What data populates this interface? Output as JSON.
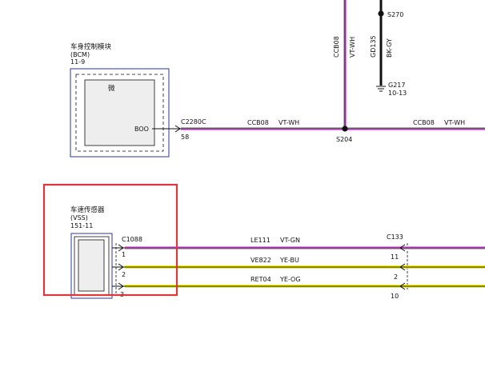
{
  "colors": {
    "violet_wire": "#e58ee8",
    "yellow_wire": "#f2f21a",
    "wire_core": "#111111",
    "module_border": "#2b3a99",
    "module_fill": "#eeeeee",
    "highlight_box": "#e0383a"
  },
  "bcm": {
    "name_cn": "车身控制模块",
    "abbr": "(BCM)",
    "ref": "11-9",
    "symbol": "微",
    "pin_label": "BOO"
  },
  "connector_c2280c": {
    "label": "C2280C",
    "pin": "58"
  },
  "wire_ccb08_left": {
    "circuit": "CCB08",
    "color": "VT-WH"
  },
  "wire_ccb08_right": {
    "circuit": "CCB08",
    "color": "VT-WH"
  },
  "wire_ccb08_vertical": {
    "circuit": "CCB08",
    "color": "VT-WH"
  },
  "splice_s204": {
    "label": "S204"
  },
  "splice_s270": {
    "label": "S270"
  },
  "wire_gd135": {
    "circuit": "GD135",
    "color": "BK-GY"
  },
  "ground_g217": {
    "label": "G217",
    "ref": "10-13"
  },
  "vss": {
    "name_cn": "车速传感器",
    "abbr": "(VSS)",
    "ref": "151-11"
  },
  "connector_c1088": {
    "label": "C1088",
    "pins": [
      "1",
      "2",
      "3"
    ]
  },
  "connector_c133": {
    "label": "C133",
    "pins": [
      "11",
      "2",
      "10"
    ]
  },
  "vss_wires": [
    {
      "circuit": "LE111",
      "color": "VT-GN"
    },
    {
      "circuit": "VE822",
      "color": "YE-BU"
    },
    {
      "circuit": "RET04",
      "color": "YE-OG"
    }
  ]
}
